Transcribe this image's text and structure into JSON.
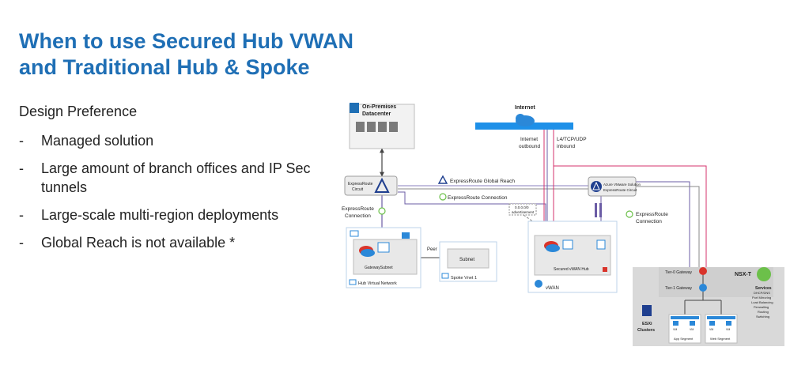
{
  "slide": {
    "title_line1": "When to use Secured Hub VWAN",
    "title_line2": "and Traditional Hub & Spoke",
    "subheading": "Design Preference",
    "bullets": [
      "Managed solution",
      "Large amount of branch offices and IP Sec tunnels",
      "Large-scale multi-region deployments",
      "Global Reach is not available *"
    ],
    "bullet_marker": "-"
  },
  "diagram": {
    "onprem": "On-Premises",
    "datacenter": "Datacenter",
    "internet": "Internet",
    "internet_outbound_1": "Internet",
    "internet_outbound_2": "outbound",
    "l4_1": "L4/TCP/UDP",
    "l4_2": "inbound",
    "er_circuit_1": "ExpressRoute",
    "er_circuit_2": "Circuit",
    "global_reach": "ExpressRoute Global Reach",
    "er_connection_mid": "ExpressRoute Connection",
    "avs_circuit_1": "Azure VMware Solution",
    "avs_circuit_2": "ExpressRoute Circuit",
    "er_conn_left_1": "ExpressRoute",
    "er_conn_left_2": "Connection",
    "er_conn_right_1": "ExpressRoute",
    "er_conn_right_2": "Connection",
    "gateway_subnet": "GatewaySubnet",
    "hub_vnet": "Hub Virtual Network",
    "peer": "Peer",
    "subnet": "Subnet",
    "spoke_vnet": "Spoke Vnet 1",
    "secured_hub": "Secured vWAN Hub",
    "vwan": "vWAN",
    "ls_1": "0.0.0.0/0",
    "ls_2": "advertisement",
    "tier0": "Tier-0 Gateway",
    "tier1": "Tier-1 Gateway",
    "nsxt": "NSX-T",
    "services_title": "Services",
    "services": [
      "DHCP/DNS",
      "Port Mirroring",
      "Load Balancing",
      "Firewalling",
      "Routing",
      "Switching"
    ],
    "esxi_1": "ESXi",
    "esxi_2": "Clusters",
    "vm": "VM",
    "app_segment": "App Segment",
    "web_segment": "Web Segment",
    "colors": {
      "title_blue": "#1f6fb5",
      "internet_bar": "#1e90e8",
      "nsx_gray": "#d9d9d9",
      "nsx_green": "#6cc04a",
      "tier0_red": "#d9342b",
      "link_purple": "#6b5ca5"
    }
  }
}
